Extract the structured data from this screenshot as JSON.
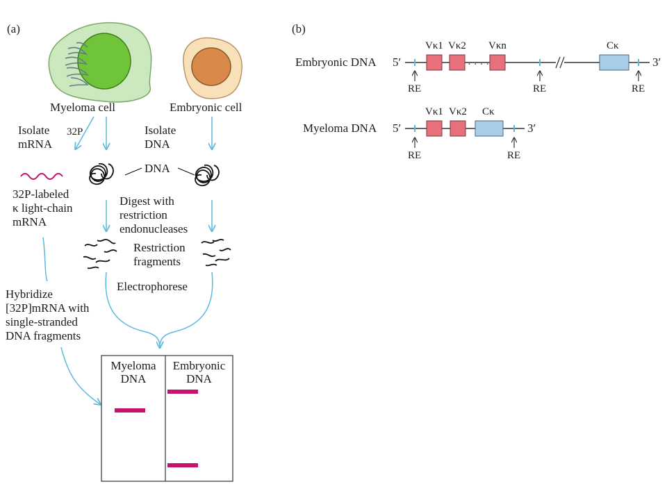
{
  "panel_a": {
    "panel_label": "(a)",
    "myeloma_cell_label": "Myeloma cell",
    "embryonic_cell_label": "Embryonic cell",
    "isolate_mrna": [
      "Isolate",
      "mRNA"
    ],
    "p32_label": "32P",
    "isolate_dna": [
      "Isolate",
      "DNA"
    ],
    "dna_label": "DNA",
    "labeled_mrna": [
      "32P-labeled",
      "κ light-chain",
      "mRNA"
    ],
    "digest": [
      "Digest with",
      "restriction",
      "endonucleases"
    ],
    "fragments": [
      "Restriction",
      "fragments"
    ],
    "electrophorese": "Electrophorese",
    "hybridize": [
      "Hybridize",
      "[32P]mRNA with",
      "single-stranded",
      "DNA fragments"
    ],
    "gel": {
      "lanes": [
        {
          "title": [
            "Myeloma",
            "DNA"
          ]
        },
        {
          "title": [
            "Embryonic",
            "DNA"
          ]
        }
      ]
    }
  },
  "panel_b": {
    "panel_label": "(b)",
    "embryonic_dna_label": "Embryonic DNA",
    "myeloma_dna_label": "Myeloma DNA",
    "five_prime": "5′",
    "three_prime": "3′",
    "re_label": "RE",
    "v1": "Vκ1",
    "v2": "Vκ2",
    "vn": "Vκn",
    "ck": "Cκ",
    "dots": "· · · ·"
  },
  "colors": {
    "arrow": "#5ab8dc",
    "band": "#c8106e",
    "v_segment": "#e8707a",
    "c_segment": "#a8cde8",
    "myeloma_cytoplasm": "#cce8bf",
    "myeloma_nucleus": "#6fc43a",
    "embryo_cytoplasm": "#f8e0b8",
    "embryo_nucleus": "#d98a4a"
  }
}
